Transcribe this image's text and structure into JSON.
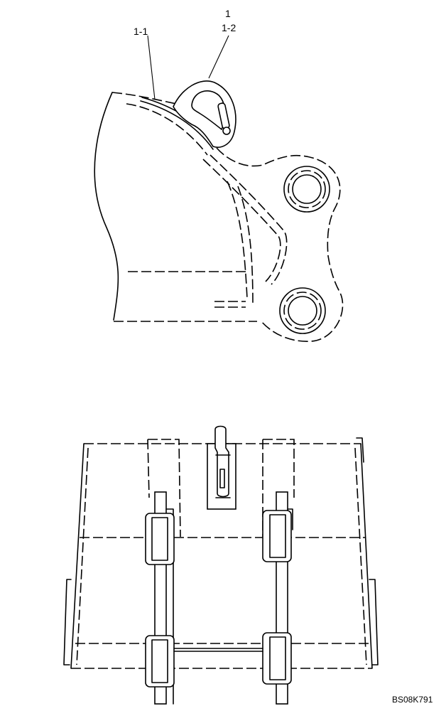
{
  "callouts": {
    "main": "1",
    "hook": "1-2",
    "plate": "1-1"
  },
  "drawing_code": "BS08K791"
}
